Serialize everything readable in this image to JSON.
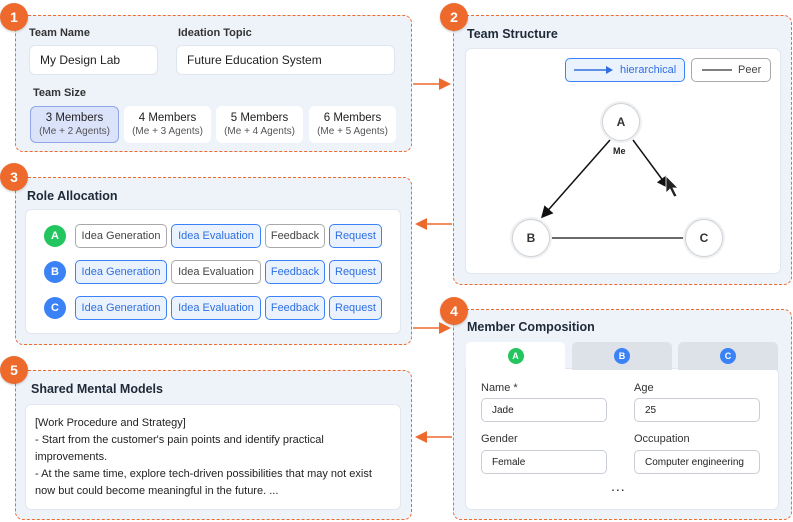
{
  "colors": {
    "accent": "#ee6a2c",
    "role_a": "#22c55e",
    "role_b": "#3b82f6",
    "role_c": "#3b82f6",
    "selected": "#2f6fe0"
  },
  "badges": [
    "1",
    "2",
    "3",
    "4",
    "5"
  ],
  "team_setup": {
    "team_name_label": "Team Name",
    "team_name_value": "My Design Lab",
    "topic_label": "Ideation Topic",
    "topic_value": "Future Education System",
    "size_label": "Team Size",
    "size_options": [
      {
        "main": "3 Members",
        "sub": "(Me + 2 Agents)",
        "selected": true
      },
      {
        "main": "4 Members",
        "sub": "(Me + 3 Agents)",
        "selected": false
      },
      {
        "main": "5 Members",
        "sub": "(Me + 4 Agents)",
        "selected": false
      },
      {
        "main": "6 Members",
        "sub": "(Me + 5 Agents)",
        "selected": false
      }
    ]
  },
  "team_structure": {
    "title": "Team Structure",
    "legend_hierarchical": "hierarchical",
    "legend_peer": "Peer",
    "nodes": {
      "a": "A",
      "b": "B",
      "c": "C"
    },
    "me_label": "Me"
  },
  "role_allocation": {
    "title": "Role Allocation",
    "rows": [
      {
        "letter": "A",
        "chips": [
          {
            "label": "Idea Generation",
            "on": false
          },
          {
            "label": "Idea Evaluation",
            "on": true
          },
          {
            "label": "Feedback",
            "on": false
          },
          {
            "label": "Request",
            "on": true
          }
        ]
      },
      {
        "letter": "B",
        "chips": [
          {
            "label": "Idea Generation",
            "on": true
          },
          {
            "label": "Idea Evaluation",
            "on": false
          },
          {
            "label": "Feedback",
            "on": true
          },
          {
            "label": "Request",
            "on": true
          }
        ]
      },
      {
        "letter": "C",
        "chips": [
          {
            "label": "Idea Generation",
            "on": true
          },
          {
            "label": "Idea Evaluation",
            "on": true
          },
          {
            "label": "Feedback",
            "on": true
          },
          {
            "label": "Request",
            "on": true
          }
        ]
      }
    ]
  },
  "member_composition": {
    "title": "Member Composition",
    "tabs": [
      "A",
      "B",
      "C"
    ],
    "name_label": "Name *",
    "name_value": "Jade",
    "age_label": "Age",
    "age_value": "25",
    "gender_label": "Gender",
    "gender_value": "Female",
    "occupation_label": "Occupation",
    "occupation_value": "Computer engineering",
    "more": "..."
  },
  "shared_mental_models": {
    "title": "Shared Mental Models",
    "lines": [
      "[Work Procedure and Strategy]",
      "- Start from the customer's pain points and identify practical improvements.",
      "- At the same time, explore tech-driven possibilities that may not exist now but could become meaningful in the future. ..."
    ]
  }
}
